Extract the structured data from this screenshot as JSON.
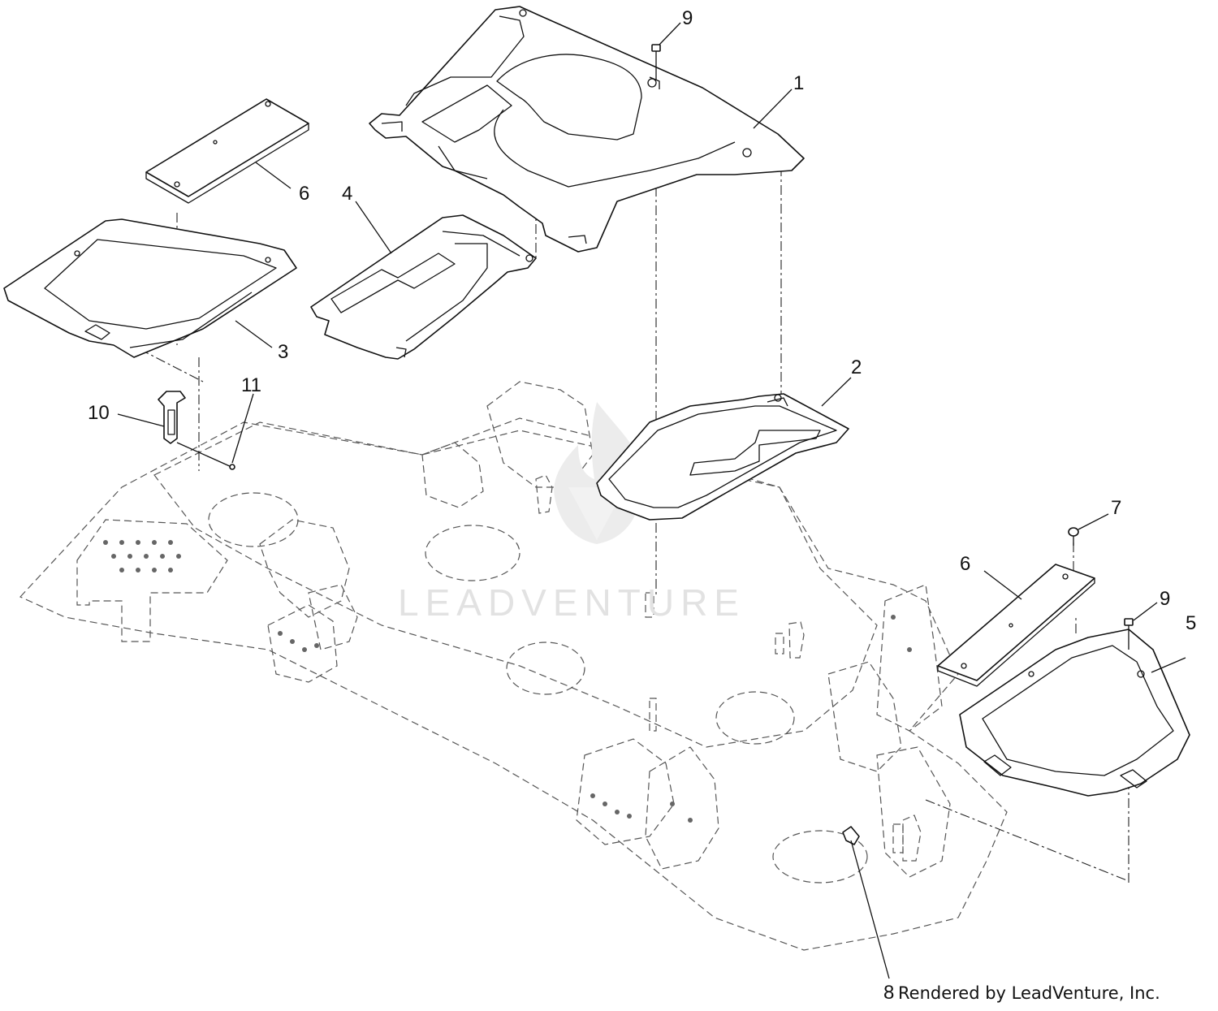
{
  "diagram": {
    "callouts": [
      {
        "id": "c9a",
        "label": "9"
      },
      {
        "id": "c1",
        "label": "1"
      },
      {
        "id": "c6a",
        "label": "6"
      },
      {
        "id": "c4",
        "label": "4"
      },
      {
        "id": "c3",
        "label": "3"
      },
      {
        "id": "c2",
        "label": "2"
      },
      {
        "id": "c10",
        "label": "10"
      },
      {
        "id": "c11",
        "label": "11"
      },
      {
        "id": "c7",
        "label": "7"
      },
      {
        "id": "c6b",
        "label": "6"
      },
      {
        "id": "c9b",
        "label": "9"
      },
      {
        "id": "c5",
        "label": "5"
      },
      {
        "id": "c8",
        "label": "8"
      }
    ],
    "watermark": "LEADVENTURE",
    "credit": "Rendered by LeadVenture, Inc.",
    "colors": {
      "line": "#111111",
      "ghost": "#555555",
      "watermark": "#e2e2e2",
      "background": "#ffffff"
    }
  }
}
